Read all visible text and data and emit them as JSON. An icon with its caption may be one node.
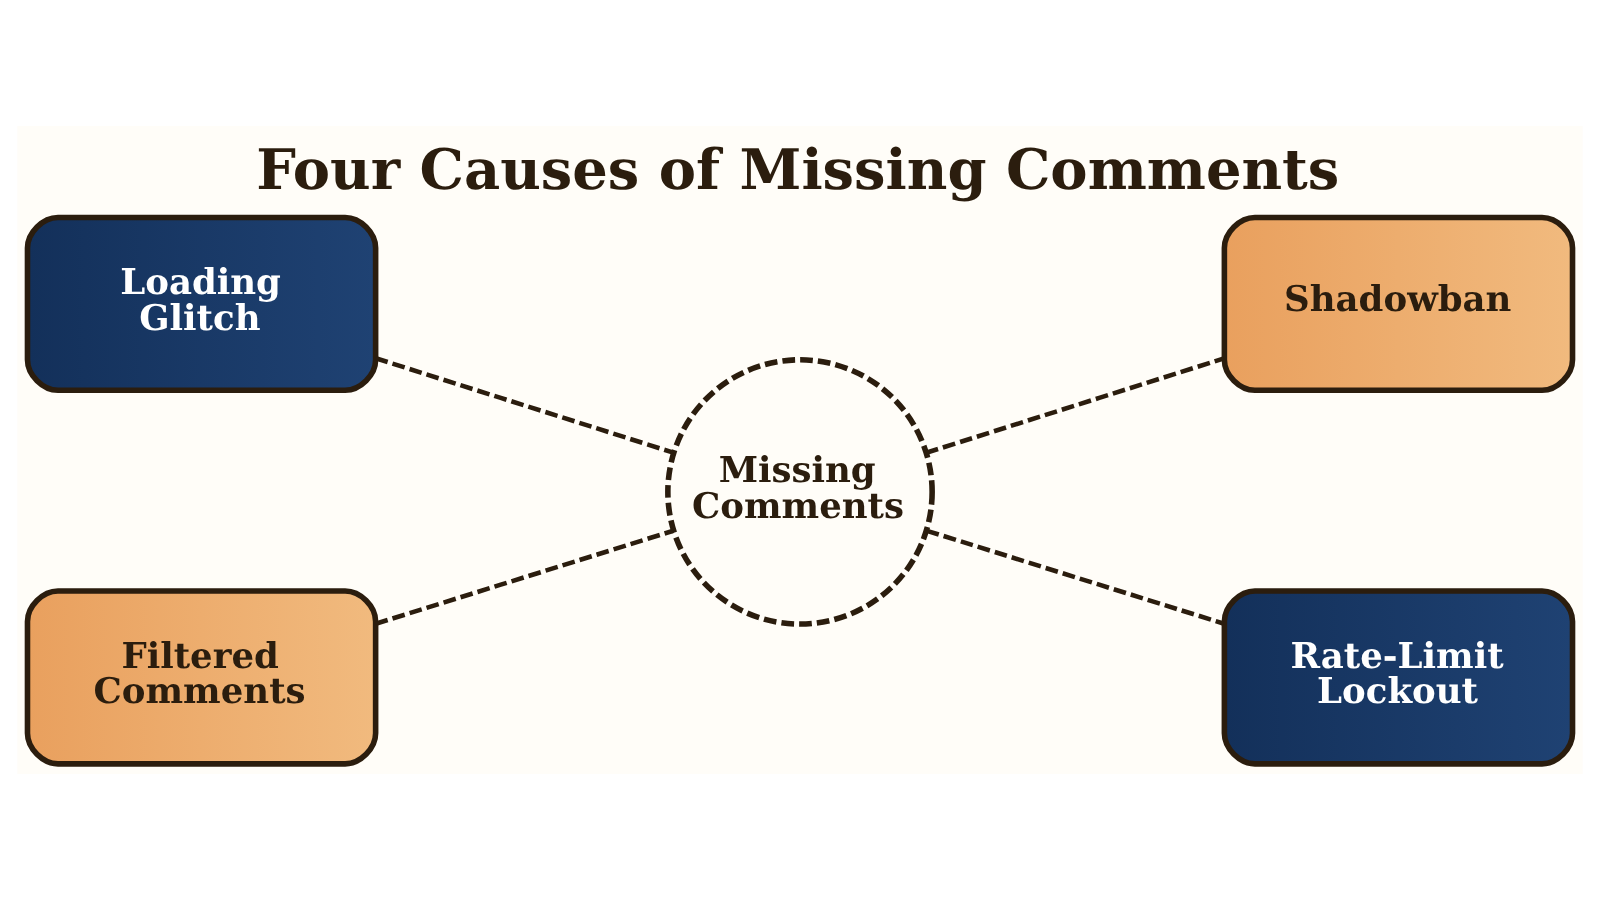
{
  "diagram": {
    "title": "Four Causes of Missing Comments",
    "nodes": [
      {
        "text": [
          "Loading Glitch"
        ]
      },
      {
        "text": [
          "Shadowban"
        ]
      },
      {
        "text": [
          "Missing Comments"
        ]
      },
      {
        "text": [
          "Filtered Comments"
        ]
      },
      {
        "text": [
          "Rate-Limit Lockout"
        ]
      }
    ],
    "edges": [
      {
        "from": 0,
        "to": 2,
        "arrow": "none",
        "style": "dashed"
      },
      {
        "from": 2,
        "to": 1,
        "arrow": "none",
        "style": "dashed"
      },
      {
        "from": 3,
        "to": 2,
        "arrow": "none",
        "style": "dashed"
      },
      {
        "from": 2,
        "to": 4,
        "arrow": "none",
        "style": "dashed"
      }
    ]
  }
}
